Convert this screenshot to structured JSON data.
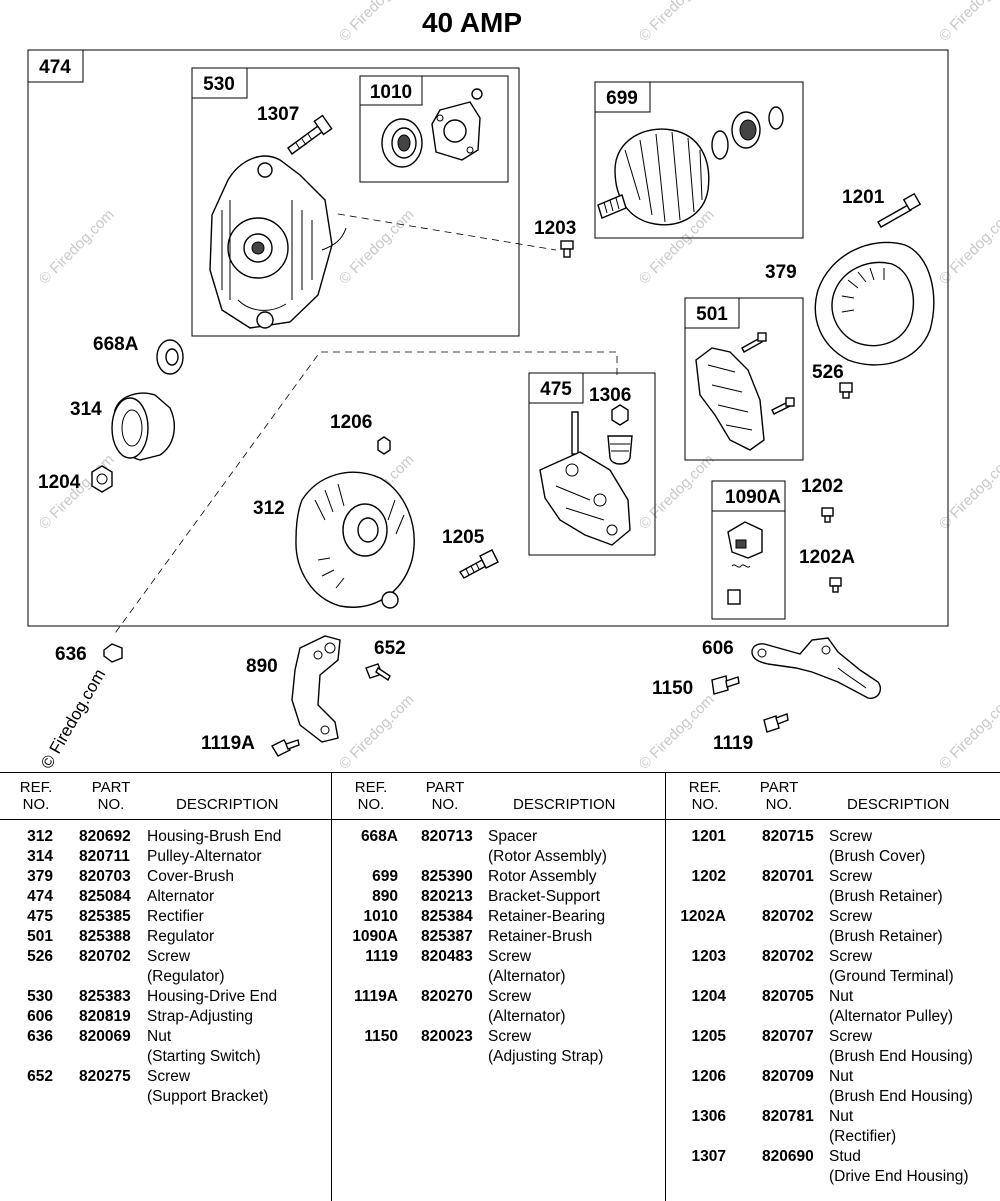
{
  "diagram": {
    "title": "40 AMP",
    "watermark": "© Firedog.com",
    "box_labels": {
      "b474": "474",
      "b530": "530",
      "b1010": "1010",
      "b699": "699",
      "b501": "501",
      "b475": "475",
      "b1090A": "1090A"
    },
    "callouts": {
      "c1307": "1307",
      "c1203": "1203",
      "c1201": "1201",
      "c379": "379",
      "c668A": "668A",
      "c314": "314",
      "c1204": "1204",
      "c1206": "1206",
      "c312": "312",
      "c1306": "1306",
      "c526": "526",
      "c1205": "1205",
      "c1202": "1202",
      "c1202A": "1202A",
      "c636": "636",
      "c890": "890",
      "c652": "652",
      "c1119A": "1119A",
      "c606": "606",
      "c1150": "1150",
      "c1119": "1119"
    }
  },
  "table": {
    "headers": {
      "ref_line1": "REF.",
      "ref_line2": "NO.",
      "part_line1": "PART",
      "part_line2": "NO.",
      "desc": "DESCRIPTION"
    },
    "columns": [
      [
        {
          "ref": "312",
          "part": "820692",
          "desc": [
            "Housing-Brush End"
          ]
        },
        {
          "ref": "314",
          "part": "820711",
          "desc": [
            "Pulley-Alternator"
          ]
        },
        {
          "ref": "379",
          "part": "820703",
          "desc": [
            "Cover-Brush"
          ]
        },
        {
          "ref": "474",
          "part": "825084",
          "desc": [
            "Alternator"
          ]
        },
        {
          "ref": "475",
          "part": "825385",
          "desc": [
            "Rectifier"
          ]
        },
        {
          "ref": "501",
          "part": "825388",
          "desc": [
            "Regulator"
          ]
        },
        {
          "ref": "526",
          "part": "820702",
          "desc": [
            "Screw",
            "(Regulator)"
          ]
        },
        {
          "ref": "530",
          "part": "825383",
          "desc": [
            "Housing-Drive End"
          ]
        },
        {
          "ref": "606",
          "part": "820819",
          "desc": [
            "Strap-Adjusting"
          ]
        },
        {
          "ref": "636",
          "part": "820069",
          "desc": [
            "Nut",
            "(Starting Switch)"
          ]
        },
        {
          "ref": "652",
          "part": "820275",
          "desc": [
            "Screw",
            "(Support Bracket)"
          ]
        }
      ],
      [
        {
          "ref": "668A",
          "part": "820713",
          "desc": [
            "Spacer",
            "(Rotor Assembly)"
          ]
        },
        {
          "ref": "699",
          "part": "825390",
          "desc": [
            "Rotor Assembly"
          ]
        },
        {
          "ref": "890",
          "part": "820213",
          "desc": [
            "Bracket-Support"
          ]
        },
        {
          "ref": "1010",
          "part": "825384",
          "desc": [
            "Retainer-Bearing"
          ]
        },
        {
          "ref": "1090A",
          "part": "825387",
          "desc": [
            "Retainer-Brush"
          ]
        },
        {
          "ref": "1119",
          "part": "820483",
          "desc": [
            "Screw",
            "(Alternator)"
          ]
        },
        {
          "ref": "1119A",
          "part": "820270",
          "desc": [
            "Screw",
            "(Alternator)"
          ]
        },
        {
          "ref": "1150",
          "part": "820023",
          "desc": [
            "Screw",
            "(Adjusting Strap)"
          ]
        }
      ],
      [
        {
          "ref": "1201",
          "part": "820715",
          "desc": [
            "Screw",
            "(Brush Cover)"
          ]
        },
        {
          "ref": "1202",
          "part": "820701",
          "desc": [
            "Screw",
            "(Brush Retainer)"
          ]
        },
        {
          "ref": "1202A",
          "part": "820702",
          "desc": [
            "Screw",
            "(Brush Retainer)"
          ]
        },
        {
          "ref": "1203",
          "part": "820702",
          "desc": [
            "Screw",
            "(Ground Terminal)"
          ]
        },
        {
          "ref": "1204",
          "part": "820705",
          "desc": [
            "Nut",
            "(Alternator Pulley)"
          ]
        },
        {
          "ref": "1205",
          "part": "820707",
          "desc": [
            "Screw",
            "(Brush End Housing)"
          ]
        },
        {
          "ref": "1206",
          "part": "820709",
          "desc": [
            "Nut",
            "(Brush End Housing)"
          ]
        },
        {
          "ref": "1306",
          "part": "820781",
          "desc": [
            "Nut",
            "(Rectifier)"
          ]
        },
        {
          "ref": "1307",
          "part": "820690",
          "desc": [
            "Stud",
            "(Drive End Housing)"
          ]
        }
      ]
    ]
  }
}
